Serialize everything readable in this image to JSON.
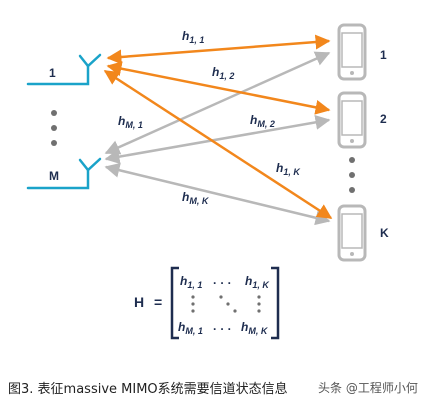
{
  "antennas": {
    "first_label": "1",
    "last_label": "M"
  },
  "phones": {
    "labels": [
      "1",
      "2",
      "K"
    ]
  },
  "channel_labels": {
    "h11": {
      "base": "h",
      "sub": "1, 1"
    },
    "h12": {
      "base": "h",
      "sub": "1, 2"
    },
    "h1K": {
      "base": "h",
      "sub": "1, K"
    },
    "hM1": {
      "base": "h",
      "sub": "M, 1"
    },
    "hM2": {
      "base": "h",
      "sub": "M, 2"
    },
    "hMK": {
      "base": "h",
      "sub": "M, K"
    }
  },
  "matrix": {
    "name": "H",
    "equals": "=",
    "top_left": {
      "base": "h",
      "sub": "1, 1"
    },
    "top_right": {
      "base": "h",
      "sub": "1, K"
    },
    "bottom_left": {
      "base": "h",
      "sub": "M, 1"
    },
    "bottom_right": {
      "base": "h",
      "sub": "M, K"
    },
    "hdots": "· · ·"
  },
  "caption": "图3. 表征massive MIMO系统需要信道状态信息",
  "watermark": "头条 @工程师小何",
  "colors": {
    "orange": "#f2871c",
    "gray": "#b8b8b8",
    "cyan": "#1aa3c9",
    "navy": "#1e2d4f",
    "dot": "#707070"
  }
}
